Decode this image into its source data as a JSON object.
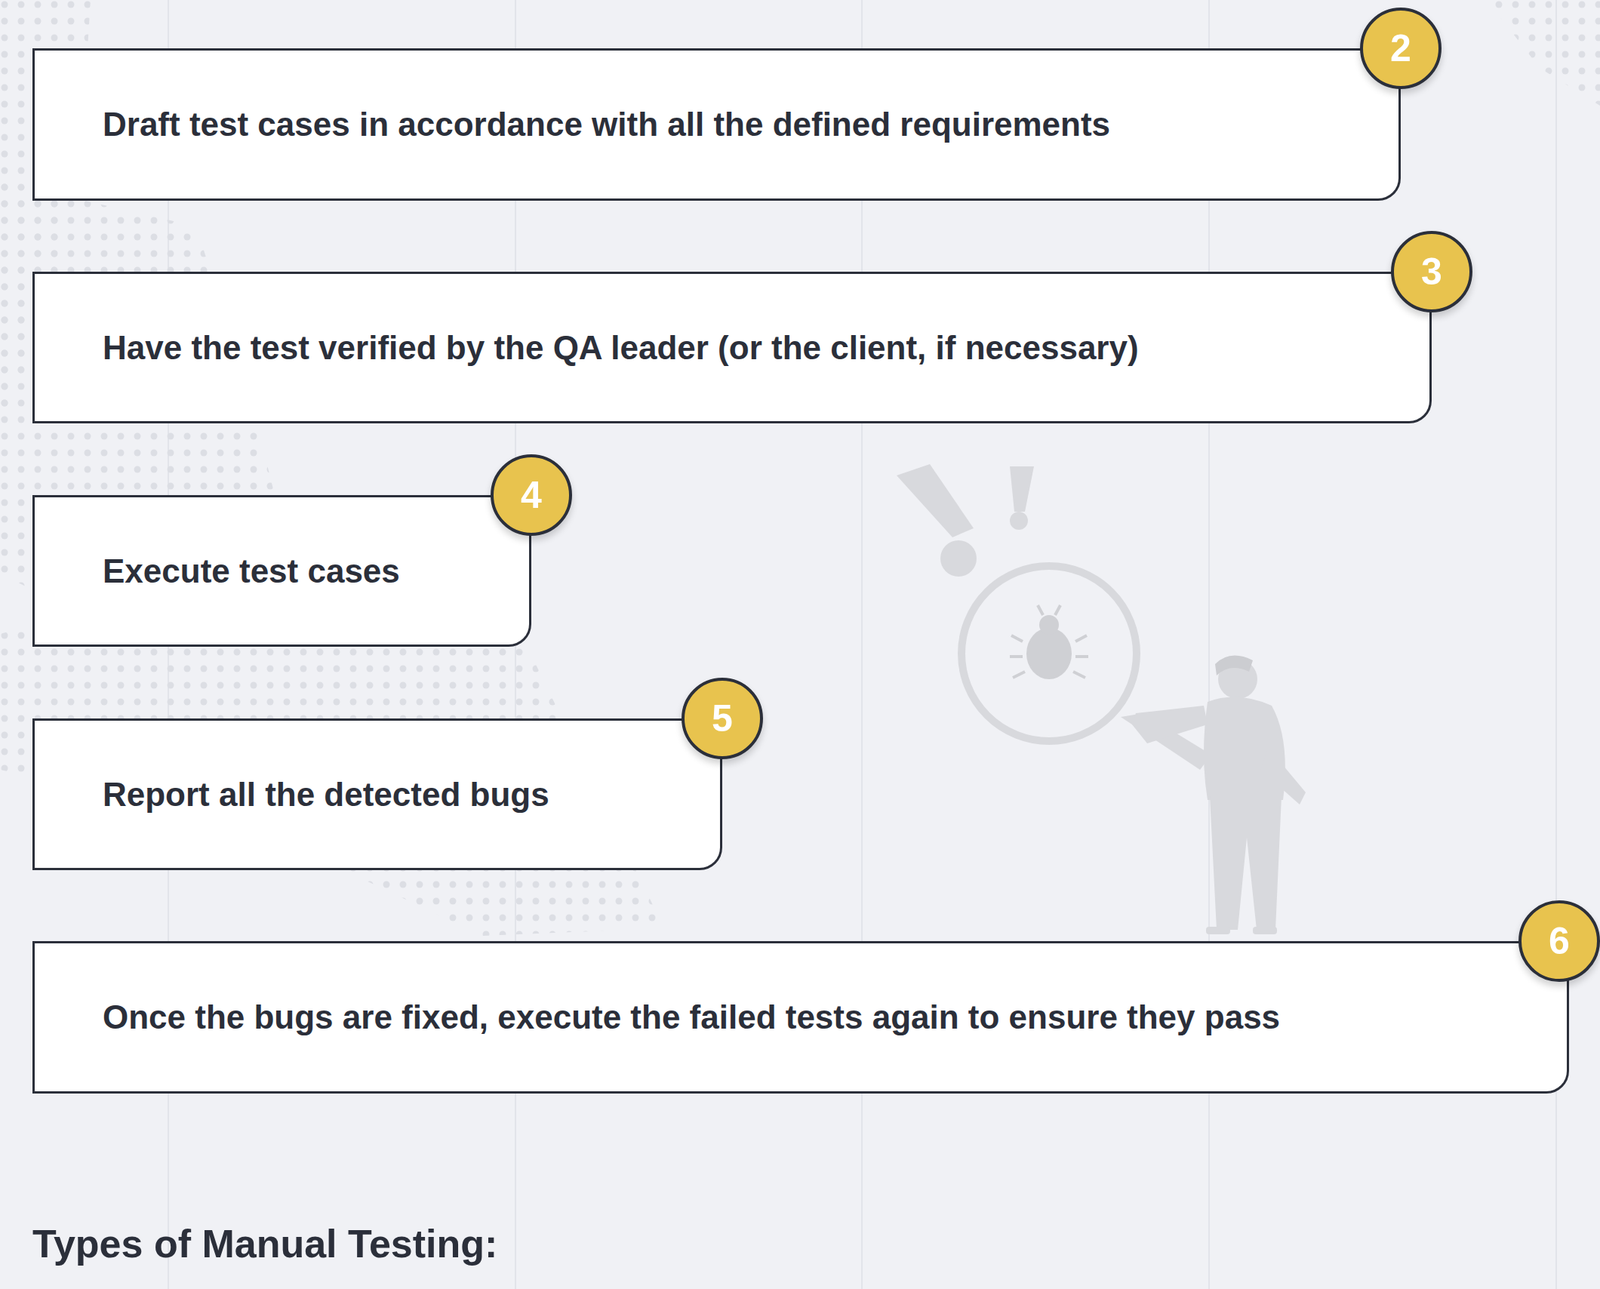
{
  "diagram": {
    "title": "Types of Manual Testing:",
    "nodes": [
      {
        "text": [
          "Draft test cases in accordance with all the defined requirements"
        ]
      },
      {
        "text": [
          "2"
        ]
      },
      {
        "text": [
          "Have the test verified by the QA leader (or the client, if necessary)"
        ]
      },
      {
        "text": [
          "3"
        ]
      },
      {
        "text": [
          "Execute test cases"
        ]
      },
      {
        "text": [
          "4"
        ]
      },
      {
        "text": [
          "Report all the detected bugs"
        ]
      },
      {
        "text": [
          "5"
        ]
      },
      {
        "text": [
          "Once the bugs are fixed, execute the failed tests again to ensure they pass"
        ]
      },
      {
        "text": [
          "6"
        ]
      }
    ]
  }
}
